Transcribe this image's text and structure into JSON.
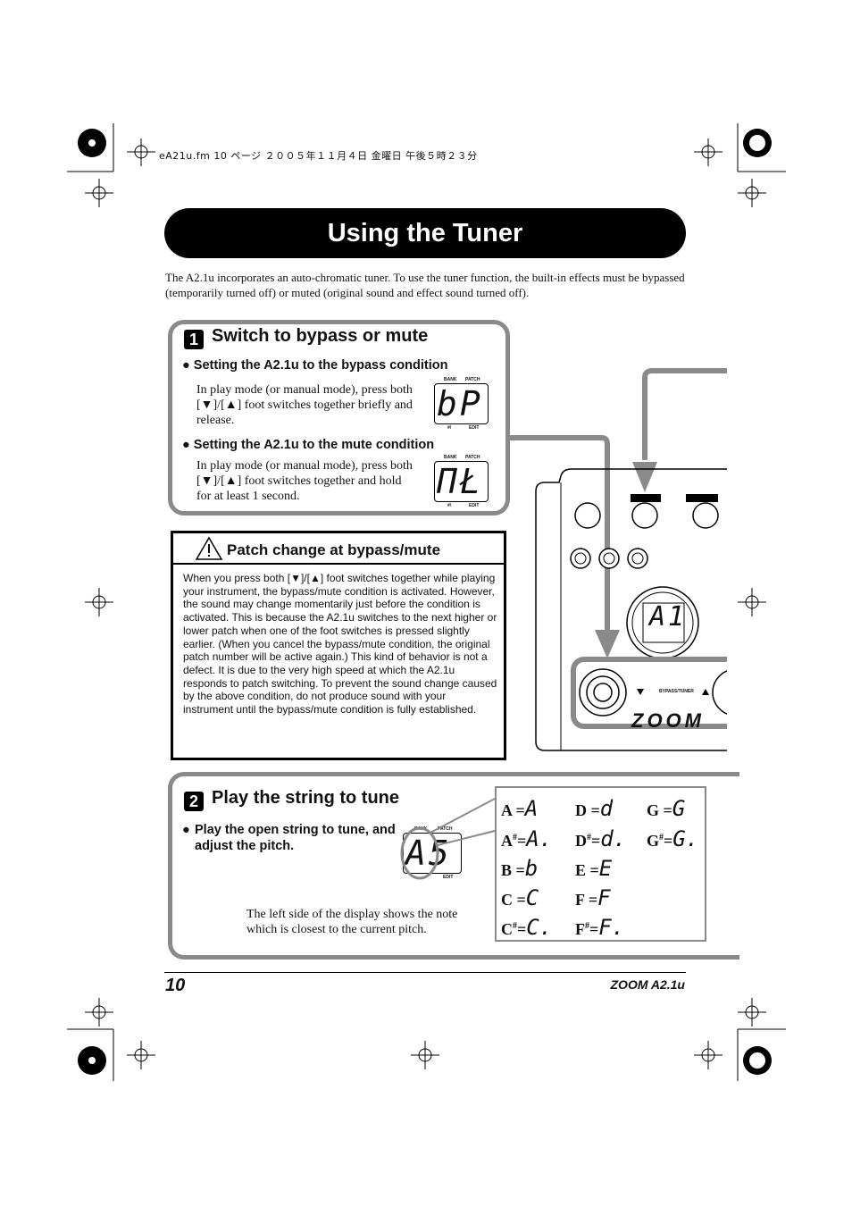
{
  "file_header": "eA21u.fm  10 ページ  ２００５年１１月４日  金曜日  午後５時２３分",
  "title": "Using the Tuner",
  "intro": "The A2.1u incorporates an auto-chromatic tuner. To use the tuner function, the built-in effects must be bypassed (temporarily turned off) or muted (original sound and effect sound turned off).",
  "step1": {
    "number": "1",
    "title": "Switch to bypass or mute",
    "bypass": {
      "heading": "Setting the A2.1u to the bypass condition",
      "text": "In play mode (or manual mode), press both [▼]/[▲] foot switches together briefly and release.",
      "display": "bP"
    },
    "mute": {
      "heading": "Setting the A2.1u to the mute condition",
      "text": "In play mode (or manual mode), press both [▼]/[▲] foot switches together and hold for at least 1 second.",
      "display": "ΠŁ"
    }
  },
  "caution": {
    "title": "Patch change at bypass/mute",
    "text": "When you press both [▼]/[▲] foot switches together while playing your instrument, the bypass/mute condition is activated. However, the sound may change momentarily just before the condition is activated. This is because the A2.1u switches to the next higher or lower patch when one of the foot switches is pressed slightly earlier. (When you cancel the bypass/mute condition, the original patch number will be active again.) This kind of behavior is not a defect. It is due to the very high speed at which the A2.1u responds to patch switching. To prevent the sound change caused by the above condition, do not produce sound with your instrument until the bypass/mute condition is fully established."
  },
  "step2": {
    "number": "2",
    "title": "Play the string to tune",
    "heading": "Play the open string to tune, and adjust the pitch.",
    "caption": "The left side of the display shows the note which is closest to the current pitch.",
    "display": "A5"
  },
  "lcd_labels": {
    "bank": "BANK",
    "patch": "PATCH",
    "hash": "#/",
    "edit": "EDIT"
  },
  "device": {
    "display": "A1",
    "bypass_tuner": "BYPASS/TUNER",
    "logo": "ZOOM"
  },
  "notes": [
    {
      "note": "A",
      "sharp": "",
      "seg": "A"
    },
    {
      "note": "D",
      "sharp": "",
      "seg": "d"
    },
    {
      "note": "G",
      "sharp": "",
      "seg": "G"
    },
    {
      "note": "A",
      "sharp": "#",
      "seg": "A."
    },
    {
      "note": "D",
      "sharp": "#",
      "seg": "d."
    },
    {
      "note": "G",
      "sharp": "#",
      "seg": "G."
    },
    {
      "note": "B",
      "sharp": "",
      "seg": "b"
    },
    {
      "note": "E",
      "sharp": "",
      "seg": "E"
    },
    {
      "note": "C",
      "sharp": "",
      "seg": "C"
    },
    {
      "note": "F",
      "sharp": "",
      "seg": "F"
    },
    {
      "note": "C",
      "sharp": "#",
      "seg": "C."
    },
    {
      "note": "F",
      "sharp": "#",
      "seg": "F."
    }
  ],
  "footer": {
    "page": "10",
    "model": "ZOOM A2.1u"
  }
}
